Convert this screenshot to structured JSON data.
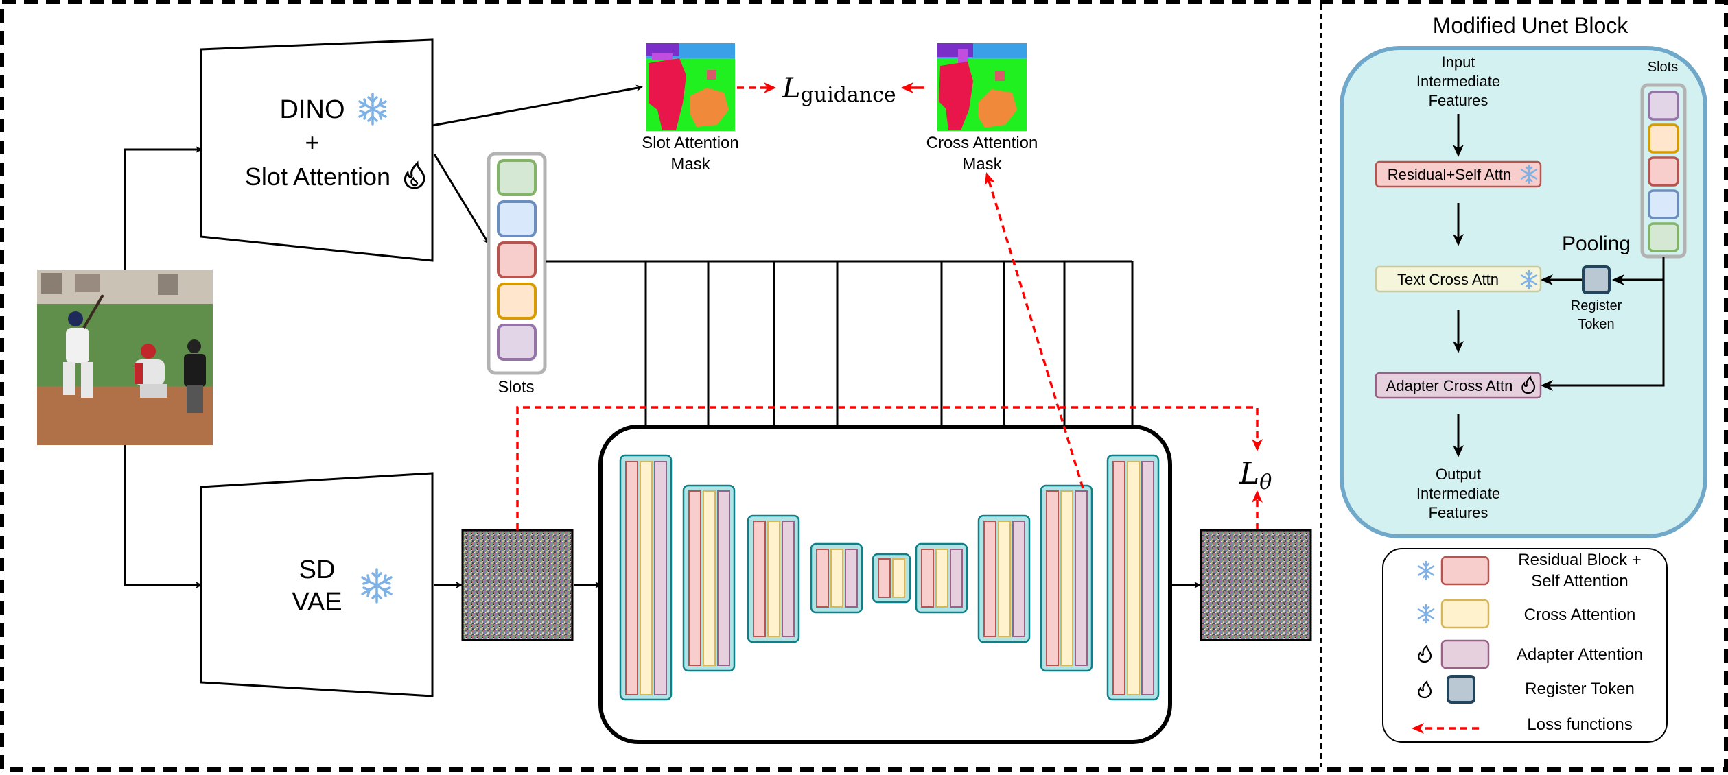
{
  "diagram": {
    "encoder": {
      "line1": "DINO",
      "line2": "+",
      "line3": "Slot Attention"
    },
    "vae": {
      "line1": "SD",
      "line2": "VAE"
    },
    "slots_label": "Slots",
    "slot_mask_label": [
      "Slot Attention",
      "Mask"
    ],
    "cross_mask_label": [
      "Cross Attention",
      "Mask"
    ],
    "loss_guidance": {
      "script": "L",
      "subscript": "guidance"
    },
    "loss_theta": {
      "script": "L",
      "subscript": "θ"
    },
    "slot_colors": [
      "#d5e8d4",
      "#dae8fc",
      "#f8cecc",
      "#ffe6cc",
      "#e1d5e7"
    ]
  },
  "modified_block": {
    "title": "Modified Unet Block",
    "input_label": [
      "Input",
      "Intermediate",
      "Features"
    ],
    "slots_label": "Slots",
    "residual": "Residual+Self Attn",
    "text_cross": "Text Cross Attn",
    "adapter": "Adapter Cross Attn",
    "pooling": "Pooling",
    "register_label": [
      "Register",
      "Token"
    ],
    "output_label": [
      "Output",
      "Intermediate",
      "Features"
    ]
  },
  "legend": {
    "items": [
      {
        "icon": "snowflake",
        "color": "#f8cecc",
        "label": [
          "Residual Block +",
          "Self Attention"
        ]
      },
      {
        "icon": "snowflake",
        "color": "#fff2cc",
        "label": [
          "Cross Attention"
        ]
      },
      {
        "icon": "flame",
        "color": "#e6d0de",
        "label": [
          "Adapter Attention"
        ]
      },
      {
        "icon": "flame",
        "color": "#bac8d3",
        "label": [
          "Register Token"
        ]
      },
      {
        "icon": "dashed-arrow",
        "color": "#ff0000",
        "label": [
          "Loss functions"
        ]
      }
    ]
  },
  "colors": {
    "residual": "#f8cecc",
    "cross": "#fff2cc",
    "adapter": "#e6d0de",
    "unet_block": "#b0e3e6",
    "panel_fill": "#d4f1f1",
    "panel_border": "#6fa8c9",
    "loss": "#ff0000",
    "snow": "#7eb1e6"
  }
}
